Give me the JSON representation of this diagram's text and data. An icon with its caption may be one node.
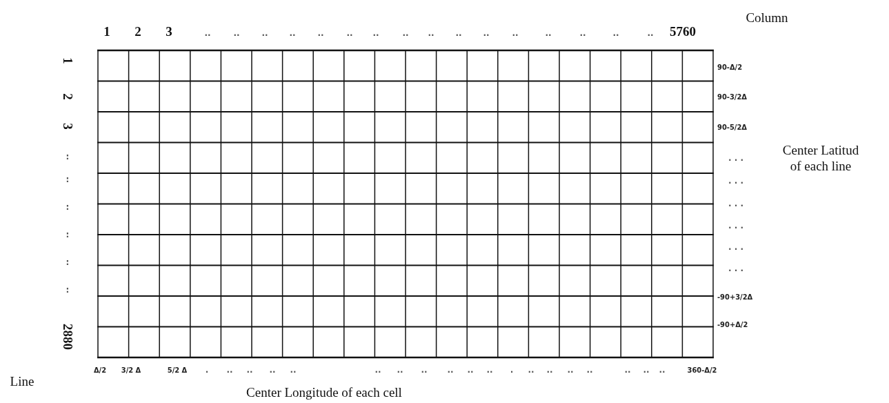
{
  "diagram": {
    "labels": [
      "1",
      "2",
      "3",
      "..",
      "..",
      "..",
      "..",
      "..",
      "..",
      "..",
      "..",
      "..",
      "..",
      "..",
      "..",
      "..",
      "..",
      "..",
      "..",
      "5760",
      "Column",
      "1",
      "2",
      "3",
      ":",
      ":",
      ":",
      ":",
      ":",
      ":",
      "2880",
      "90-Δ/2",
      "90-3/2Δ",
      "90-5/2Δ",
      ". . .",
      ". . .",
      ". . .",
      ". . .",
      ". . .",
      ". . .",
      "-90+3/2Δ",
      "-90+Δ/2",
      "Center Latitud of each line",
      "Line",
      "Δ/2",
      "3/2 Δ",
      "5/2 Δ",
      ".",
      "..",
      "..",
      "..",
      "..",
      "..",
      "..",
      "..",
      "..",
      "..",
      "..",
      ".",
      "..",
      "..",
      "..",
      "..",
      "..",
      "..",
      "..",
      "360-Δ/2",
      "Center Longitude of each cell"
    ]
  }
}
